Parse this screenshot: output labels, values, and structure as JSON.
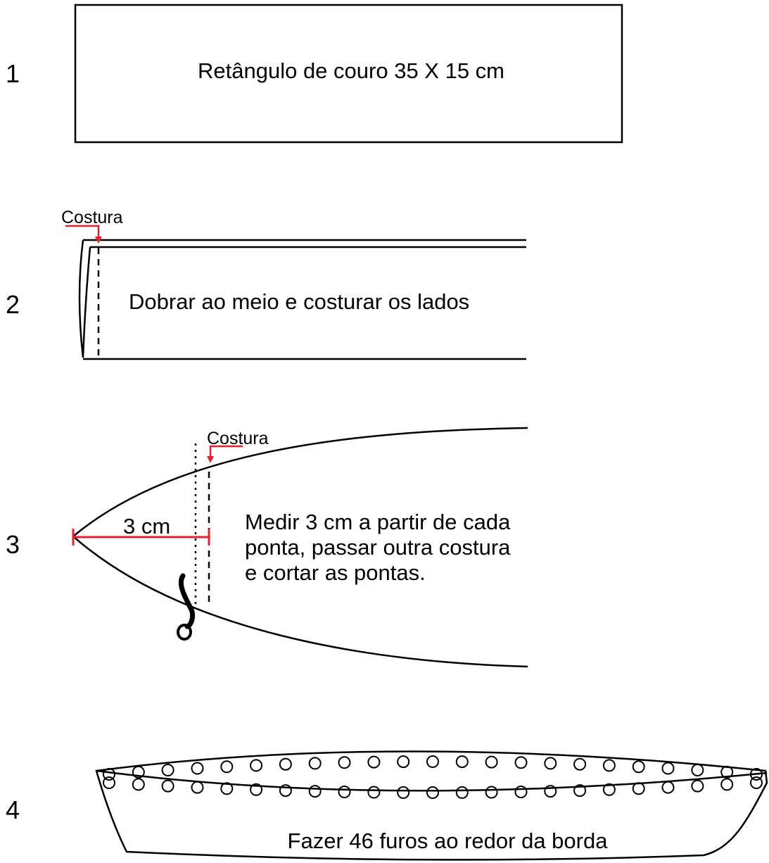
{
  "steps": [
    {
      "number": "1",
      "text": "Retângulo de couro 35 X 15 cm"
    },
    {
      "number": "2",
      "text": "Dobrar ao meio e costurar os lados",
      "seam_label": "Costura"
    },
    {
      "number": "3",
      "seam_label": "Costura",
      "measure_label": "3 cm",
      "text_lines": [
        "Medir 3 cm a partir de cada",
        "ponta, passar outra costura",
        "e cortar as pontas."
      ]
    },
    {
      "number": "4",
      "text": "Fazer 46 furos ao redor da borda"
    }
  ],
  "colors": {
    "line": "#000000",
    "accent": "#e8202a"
  },
  "icons": {
    "scissors": "scissors-icon",
    "hole": "hole-icon"
  }
}
